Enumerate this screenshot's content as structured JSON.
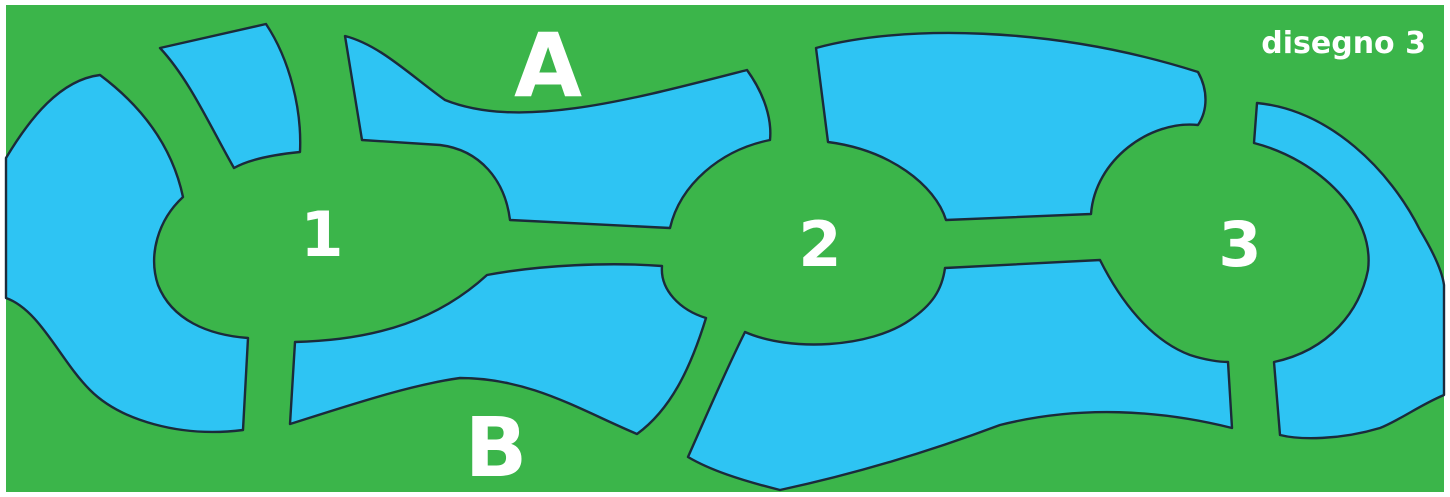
{
  "diagram": {
    "caption": "disegno 3",
    "banks": [
      "A",
      "B"
    ],
    "islands": [
      "1",
      "2",
      "3"
    ],
    "colors": {
      "land": "#3BB54A",
      "water": "#2EC4F3",
      "outline": "#1B2A3A",
      "text": "#FFFFFF"
    }
  }
}
